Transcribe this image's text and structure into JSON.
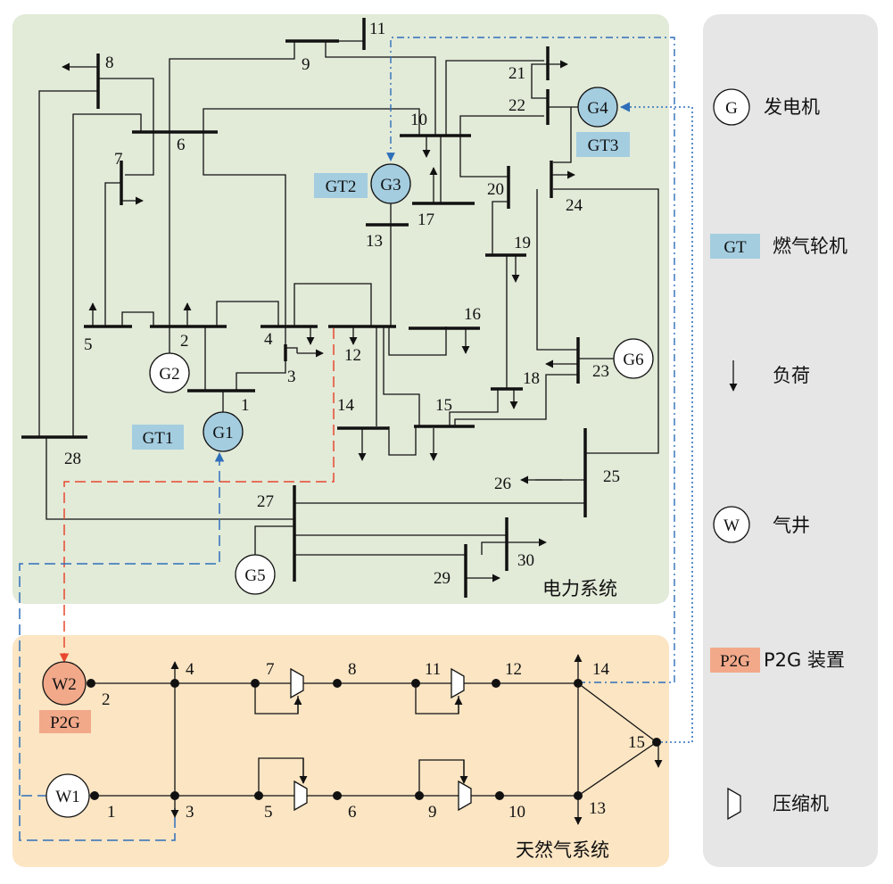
{
  "power_system": {
    "title": "电力系统",
    "buses": [
      "1",
      "2",
      "3",
      "4",
      "5",
      "6",
      "7",
      "8",
      "9",
      "10",
      "11",
      "12",
      "13",
      "14",
      "15",
      "16",
      "17",
      "18",
      "19",
      "20",
      "21",
      "22",
      "23",
      "24",
      "25",
      "26",
      "27",
      "28",
      "29",
      "30"
    ],
    "generators": [
      "G1",
      "G2",
      "G3",
      "G4",
      "G5",
      "G6"
    ],
    "gas_turbine_tags": [
      "GT1",
      "GT2",
      "GT3"
    ]
  },
  "gas_system": {
    "title": "天然气系统",
    "nodes": [
      "1",
      "2",
      "3",
      "4",
      "5",
      "6",
      "7",
      "8",
      "9",
      "10",
      "11",
      "12",
      "13",
      "14",
      "15"
    ],
    "wells": [
      "W1",
      "W2"
    ],
    "p2g_tag": "P2G"
  },
  "legend": {
    "generator": {
      "symbol": "G",
      "label": "发电机"
    },
    "gas_turbine": {
      "symbol": "GT",
      "label": "燃气轮机"
    },
    "load": {
      "label": "负荷"
    },
    "gas_well": {
      "symbol": "W",
      "label": "气井"
    },
    "p2g": {
      "symbol": "P2G",
      "label": "P2G 装置"
    },
    "compressor": {
      "label": "压缩机"
    }
  },
  "colors": {
    "power_bg": "#e2ead8",
    "gas_bg": "#fbe5c3",
    "legend_bg": "#e6e6e6",
    "gt_fill": "#a4cde0",
    "p2g_fill": "#f2a98a",
    "red_link": "#e8472f",
    "blue_link": "#2e6fba"
  }
}
